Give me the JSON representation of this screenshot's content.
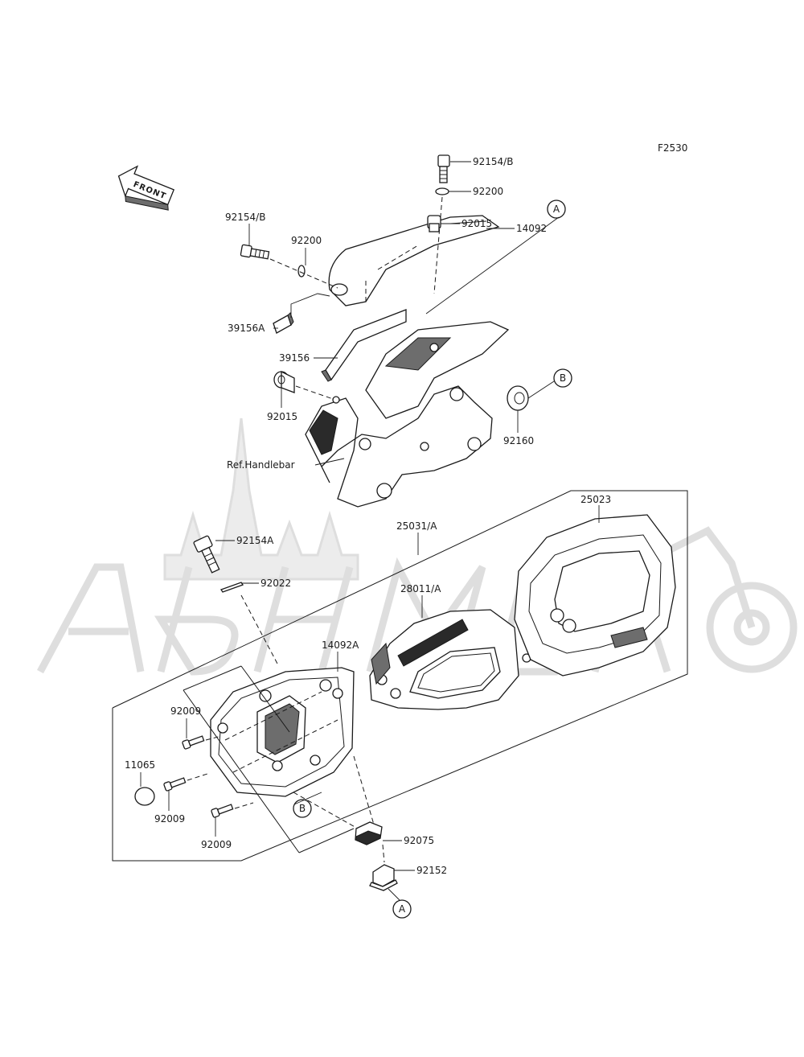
{
  "figure_code": "F2530",
  "front_marker": "FRONT",
  "ref_label": "Ref.Handlebar",
  "callouts": {
    "a": "A",
    "b": "B"
  },
  "parts": {
    "p92154b_top": "92154/B",
    "p92200_top": "92200",
    "p14092": "14092",
    "p92154b_left": "92154/B",
    "p92200_left": "92200",
    "p92015_right": "92015",
    "p39156a": "39156A",
    "p39156": "39156",
    "p92015_left": "92015",
    "p92160": "92160",
    "p25023": "25023",
    "p25031a": "25031/A",
    "p28011a": "28011/A",
    "p92154a": "92154A",
    "p92022": "92022",
    "p14092a": "14092A",
    "p92009_1": "92009",
    "p11065": "11065",
    "p92009_2": "92009",
    "p92009_3": "92009",
    "p92075": "92075",
    "p92152": "92152"
  },
  "colors": {
    "line": "#1a1a1a",
    "watermark": "#dedede",
    "shade": "#6d6d6d"
  }
}
